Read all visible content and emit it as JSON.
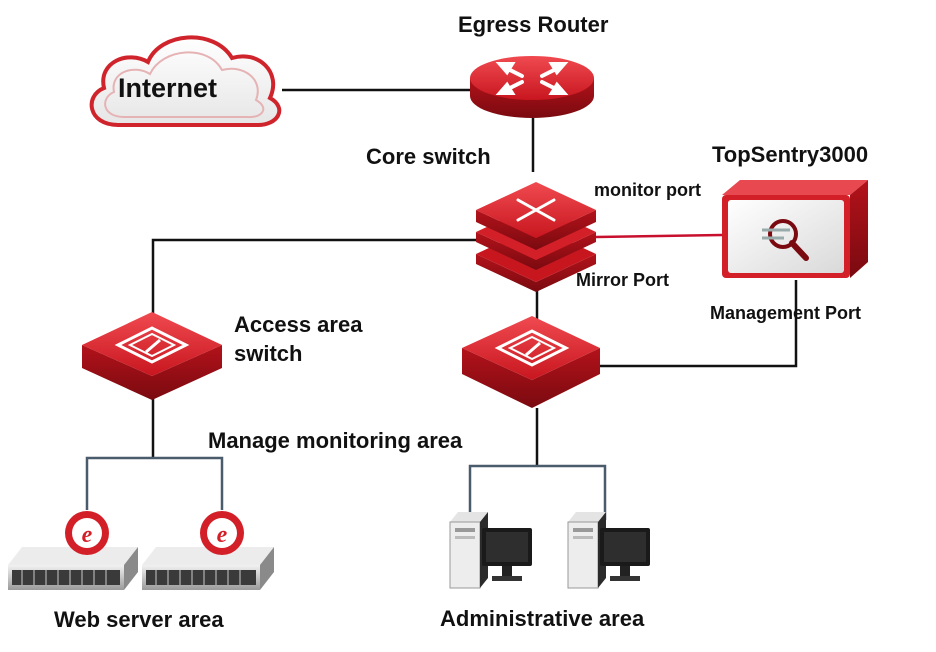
{
  "diagram": {
    "nodes": {
      "internet": {
        "label": "Internet",
        "icon": "cloud-icon"
      },
      "egress_router": {
        "label": "Egress Router",
        "icon": "router-icon"
      },
      "core_switch": {
        "label": "Core switch",
        "icon": "core-switch-icon"
      },
      "topsentry": {
        "label": "TopSentry3000",
        "icon": "monitor-appliance-icon"
      },
      "access_switch": {
        "label_line1": "Access area",
        "label_line2": "switch",
        "icon": "switch-icon"
      },
      "manage_switch": {
        "label": "Manage monitoring area",
        "icon": "switch-icon"
      },
      "web_servers": {
        "label": "Web server area",
        "icon": "server-icon"
      },
      "admin_area": {
        "label": "Administrative area",
        "icon": "workstation-icon"
      }
    },
    "ports": {
      "monitor": "monitor port",
      "mirror": "Mirror Port",
      "management": "Management Port"
    },
    "colors": {
      "device_red": "#d21f28",
      "device_dark": "#8c0f15",
      "mirror_link": "#c8102e",
      "link": "#111111",
      "server_link": "#4a5b6b"
    }
  }
}
